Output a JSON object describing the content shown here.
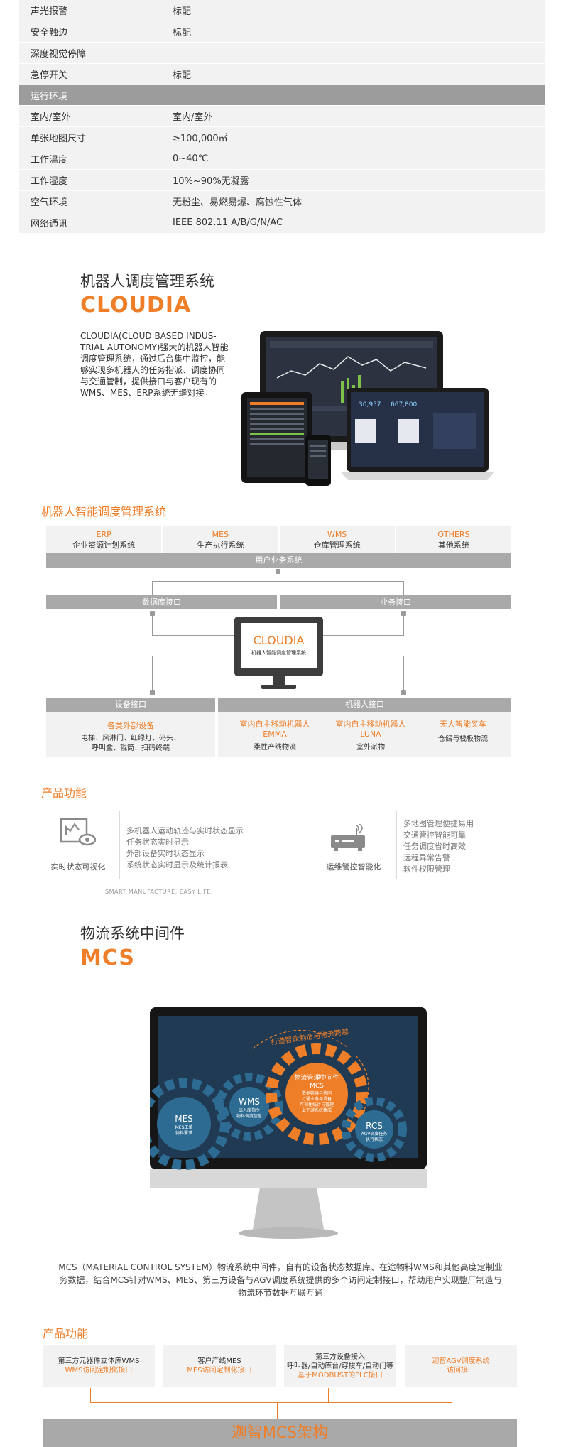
{
  "spec": {
    "rows_top": [
      {
        "k": "声光报警",
        "v": "标配"
      },
      {
        "k": "安全触边",
        "v": "标配"
      },
      {
        "k": "深度视觉停障",
        "v": ""
      },
      {
        "k": "急停开关",
        "v": "标配"
      }
    ],
    "env_header": "运行环境",
    "rows_env": [
      {
        "k": "室内/室外",
        "v": "室内/室外"
      },
      {
        "k": "单张地图尺寸",
        "v": "≥100,000㎡"
      },
      {
        "k": "工作温度",
        "v": "0~40℃"
      },
      {
        "k": "工作湿度",
        "v": "10%~90%无凝露"
      },
      {
        "k": "空气环境",
        "v": "无粉尘、易燃易爆、腐蚀性气体"
      },
      {
        "k": "网络通讯",
        "v": "IEEE 802.11 A/B/G/N/AC"
      }
    ]
  },
  "cloudia": {
    "title": "机器人调度管理系统",
    "brand": "CLOUDIA",
    "desc": "CLOUDIA(CLOUD BASED INDUS-TRIAL AUTONOMY)强大的机器人智能调度管理系统，通过后台集中监控，能够实现多机器人的任务指派、调度协同与交通管制，提供接口与客户现有的WMS、MES、ERP系统无缝对接。"
  },
  "arch": {
    "title": "机器人智能调度管理系统",
    "top_cells": [
      {
        "code": "ERP",
        "name": "企业资源计划系统"
      },
      {
        "code": "MES",
        "name": "生产执行系统"
      },
      {
        "code": "WMS",
        "name": "仓库管理系统"
      },
      {
        "code": "OTHERS",
        "name": "其他系统"
      }
    ],
    "user_bar": "用户业务系统",
    "db_iface": "数据库接口",
    "biz_iface": "业务接口",
    "monitor_brand": "CLOUDIA",
    "monitor_sub": "机器人智能调度管理系统",
    "dev_iface": "设备接口",
    "robot_iface": "机器人接口",
    "bottom": [
      {
        "title": "各类外部设备",
        "lines": [
          "电梯、风淋门、红绿灯、码头、",
          "呼叫盒、辊筒、扫码终端"
        ]
      },
      {
        "title": "室内自主移动机器人\nEMMA",
        "lines": [
          "柔性产线物流"
        ]
      },
      {
        "title": "室内自主移动机器人\nLUNA",
        "lines": [
          "室外派物"
        ]
      },
      {
        "title": "无人智能叉车",
        "lines": [
          "仓储与栈板物流"
        ]
      }
    ]
  },
  "pf1": {
    "title": "产品功能",
    "left_label": "实时状态可视化",
    "left_items": [
      "多机器人运动轨迹与实时状态显示",
      "任务状态实时显示",
      "外部设备实时状态显示",
      "系统状态实时显示及统计报表"
    ],
    "right_label": "运维管控智能化",
    "right_items": [
      "多地图管理便捷易用",
      "交通管控智能可靠",
      "任务调度省时高效",
      "远程异常告警",
      "软件权限管理"
    ],
    "caption": "SMART MANUFACTURE, EASY LIFE."
  },
  "mcs": {
    "title": "物流系统中间件",
    "brand": "MCS",
    "screen_arc": "打造智能制造与物流跨越",
    "gear_mcs_title": "物流管理中间件\nMCS",
    "gear_mcs_lines": [
      "数据链接与协同",
      "打通业务与设备",
      "可视化统计与管理",
      "上下游系统集成"
    ],
    "gear_wms": "WMS",
    "gear_wms_sub": "出入库指令\n物料调度信息",
    "gear_mes": "MES",
    "gear_mes_sub": "MES工单\n物料需求",
    "gear_rcs": "RCS",
    "gear_rcs_sub": "AGV调度任务\n执行状态",
    "desc": "MCS（MATERIAL CONTROL SYSTEM）物流系统中间件，自有的设备状态数据库、在途物料WMS和其他高度定制业务数据，结合MCS针对WMS、MES、第三方设备与AGV调度系统提供的多个访问定制接口，帮助用户实现整厂制造与物流环节数据互联互通"
  },
  "pf2": {
    "title": "产品功能",
    "cells": [
      {
        "lines": [
          "第三方元器件立体库WMS"
        ],
        "orange": "WMS访问定制化接口"
      },
      {
        "lines": [
          "客户产线MES"
        ],
        "orange": "MES访问定制化接口"
      },
      {
        "lines": [
          "第三方设备接入",
          "呼叫器/自动库台/穿梭车/自动门等"
        ],
        "orange": "基于MODBUST的PLC接口"
      },
      {
        "lines": [],
        "orange": "迦智AGV调度系统\n访问接口"
      }
    ],
    "bar": "迦智MCS架构"
  },
  "colors": {
    "accent": "#ee7e28",
    "gray_bar": "#a9a9a9",
    "cell_bg": "#f2f2f2"
  }
}
